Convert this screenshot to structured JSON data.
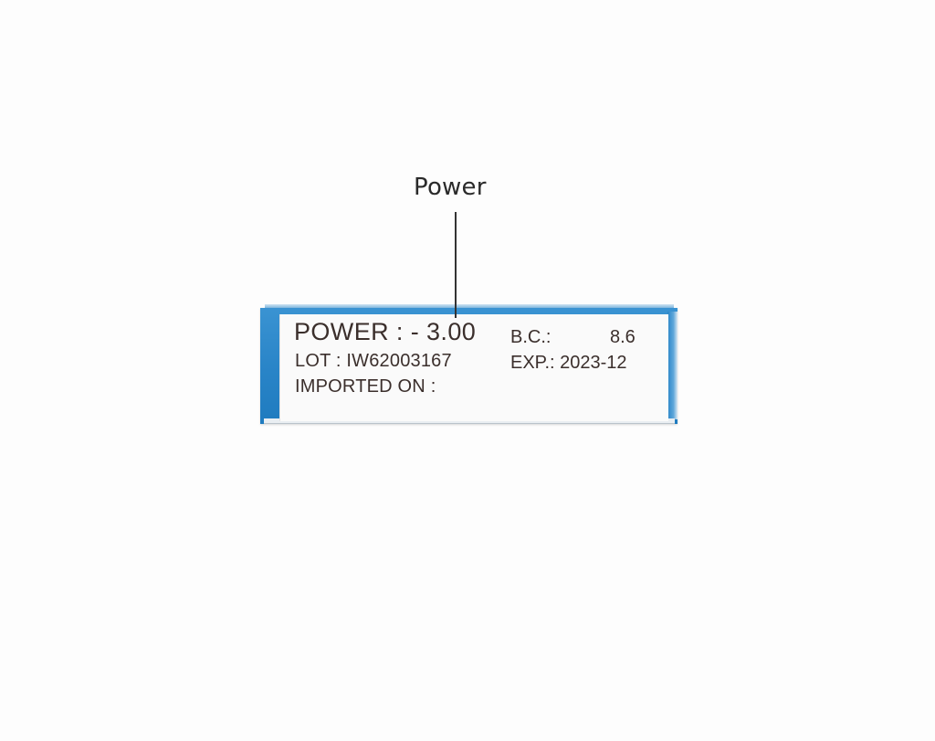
{
  "callout": {
    "label": "Power"
  },
  "package_label": {
    "power": "POWER : - 3.00",
    "bc_label": "B.C.:",
    "bc_value": "8.6",
    "lot": "LOT :  IW62003167",
    "exp": "EXP.: 2023-12",
    "imported_on": "IMPORTED ON :"
  },
  "colors": {
    "box_blue": "#2a85c8",
    "label_white": "#fafafa",
    "print_text": "#3b2f2c"
  }
}
